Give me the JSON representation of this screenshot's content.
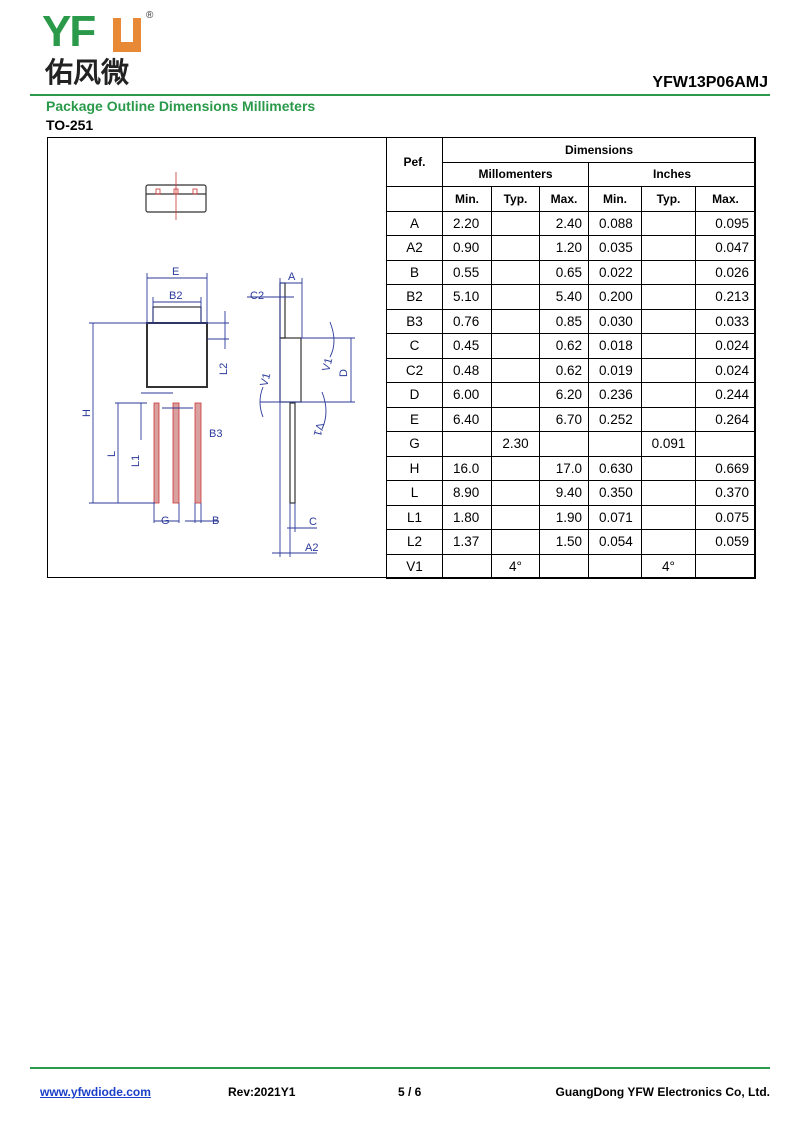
{
  "header": {
    "logo_text": "YF",
    "logo_cn": "佑风微",
    "registered": "®",
    "part_number": "YFW13P06AMJ"
  },
  "section_title": "Package Outline Dimensions Millimeters",
  "package": "TO-251",
  "diagram_labels": {
    "E": "E",
    "B2": "B2",
    "H": "H",
    "L2": "L2",
    "L": "L",
    "L1": "L1",
    "B3": "B3",
    "G": "G",
    "B": "B",
    "A": "A",
    "C2": "C2",
    "V1a": "V1",
    "V1b": "V1",
    "V1c": "V1",
    "D": "D",
    "C": "C",
    "A2": "A2"
  },
  "table": {
    "header": {
      "ref": "Pef.",
      "dimensions": "Dimensions",
      "mm": "Millomenters",
      "inches": "Inches",
      "cols": [
        "Min.",
        "Typ.",
        "Max.",
        "Min.",
        "Typ.",
        "Max."
      ]
    },
    "rows": [
      [
        "A",
        "2.20",
        "",
        "2.40",
        "0.088",
        "",
        "0.095"
      ],
      [
        "A2",
        "0.90",
        "",
        "1.20",
        "0.035",
        "",
        "0.047"
      ],
      [
        "B",
        "0.55",
        "",
        "0.65",
        "0.022",
        "",
        "0.026"
      ],
      [
        "B2",
        "5.10",
        "",
        "5.40",
        "0.200",
        "",
        "0.213"
      ],
      [
        "B3",
        "0.76",
        "",
        "0.85",
        "0.030",
        "",
        "0.033"
      ],
      [
        "C",
        "0.45",
        "",
        "0.62",
        "0.018",
        "",
        "0.024"
      ],
      [
        "C2",
        "0.48",
        "",
        "0.62",
        "0.019",
        "",
        "0.024"
      ],
      [
        "D",
        "6.00",
        "",
        "6.20",
        "0.236",
        "",
        "0.244"
      ],
      [
        "E",
        "6.40",
        "",
        "6.70",
        "0.252",
        "",
        "0.264"
      ],
      [
        "G",
        "",
        "2.30",
        "",
        "",
        "0.091",
        ""
      ],
      [
        "H",
        "16.0",
        "",
        "17.0",
        "0.630",
        "",
        "0.669"
      ],
      [
        "L",
        "8.90",
        "",
        "9.40",
        "0.350",
        "",
        "0.370"
      ],
      [
        "L1",
        "1.80",
        "",
        "1.90",
        "0.071",
        "",
        "0.075"
      ],
      [
        "L2",
        "1.37",
        "",
        "1.50",
        "0.054",
        "",
        "0.059"
      ],
      [
        "V1",
        "",
        "4°",
        "",
        "",
        "4°",
        ""
      ]
    ]
  },
  "footer": {
    "website": "www.yfwdiode.com",
    "rev": "Rev:2021Y1",
    "page": "5 / 6",
    "company": "GuangDong YFW Electronics Co, Ltd."
  }
}
